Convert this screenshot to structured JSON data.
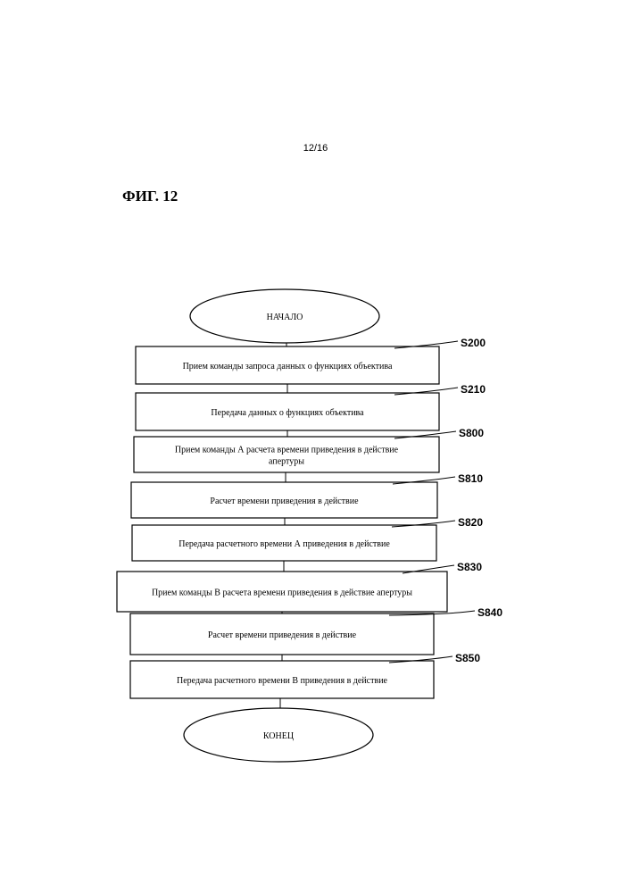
{
  "page": {
    "number": "12/16"
  },
  "figure": {
    "title": "ФИГ. 12"
  },
  "flowchart": {
    "start": "НАЧАЛО",
    "end": "КОНЕЦ",
    "steps": [
      {
        "label": "S200",
        "lines": [
          "Прием команды запроса данных о функциях объектива"
        ]
      },
      {
        "label": "S210",
        "lines": [
          "Передача данных о функциях объектива"
        ]
      },
      {
        "label": "S800",
        "lines": [
          "Прием команды А расчета времени приведения в действие",
          "апертуры"
        ]
      },
      {
        "label": "S810",
        "lines": [
          "Расчет времени приведения в действие"
        ]
      },
      {
        "label": "S820",
        "lines": [
          "Передача расчетного времени А приведения в действие"
        ]
      },
      {
        "label": "S830",
        "lines": [
          "Прием команды В расчета времени приведения в действие апертуры"
        ]
      },
      {
        "label": "S840",
        "lines": [
          "Расчет времени приведения в действие"
        ]
      },
      {
        "label": "S850",
        "lines": [
          "Передача расчетного времени В приведения в действие"
        ]
      }
    ]
  }
}
